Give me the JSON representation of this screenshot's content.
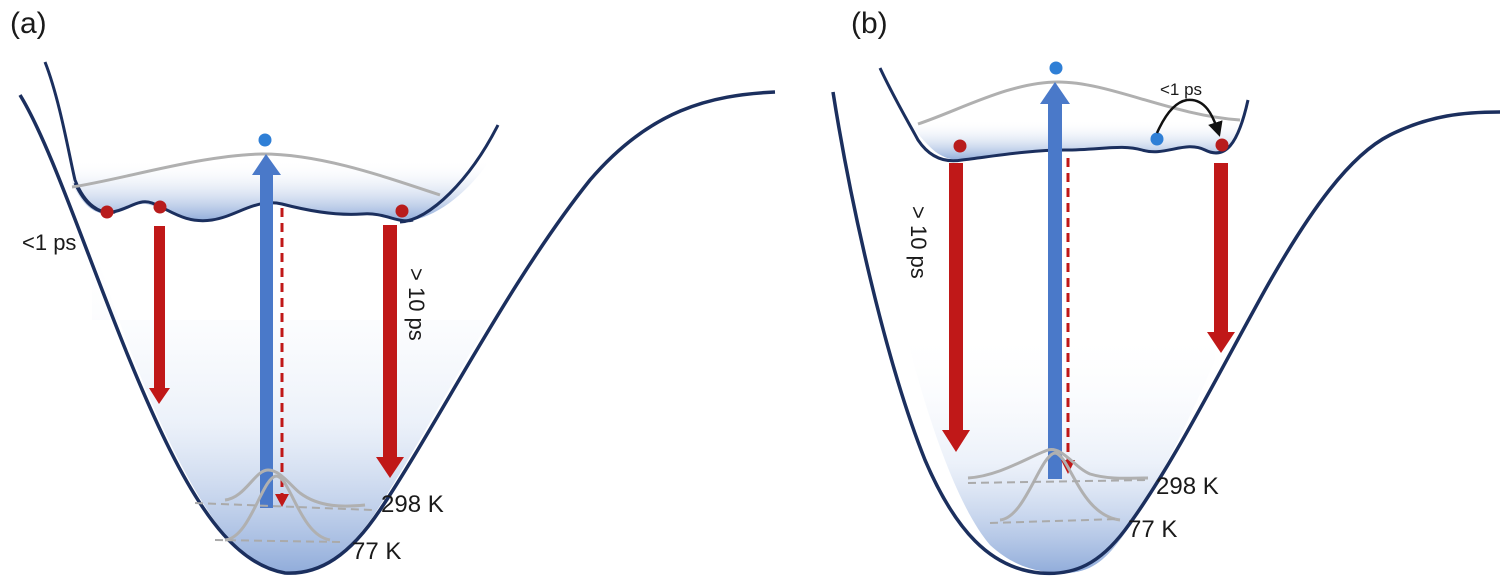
{
  "panels": [
    {
      "id": "a",
      "label": "(a)",
      "annotations": {
        "fast_transfer": "<1 ps",
        "slow_decay": "> 10 ps",
        "temp_high": "298 K",
        "temp_low": "77 K"
      }
    },
    {
      "id": "b",
      "label": "(b)",
      "annotations": {
        "fast_transfer": "<1 ps",
        "slow_decay": "> 10 ps",
        "temp_high": "298 K",
        "temp_low": "77 K"
      }
    }
  ],
  "colors": {
    "potential_curve": "#1b2f5e",
    "excitation_arrow": "#4a79c9",
    "emission_arrow": "#c01818",
    "excited_population_fill": "#6f93cf",
    "state_population": "#b0b0b0",
    "excited_dot": "#2f7fd6",
    "trapped_dot": "#b81c1c"
  }
}
